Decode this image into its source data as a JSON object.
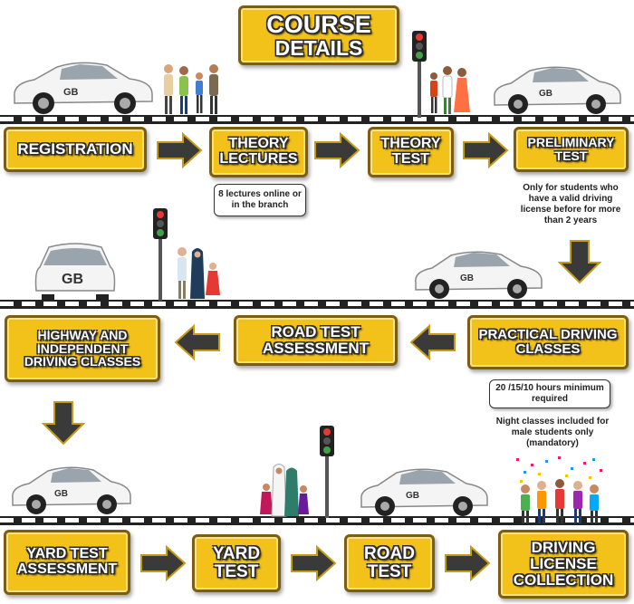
{
  "title": {
    "line1": "COURSE",
    "line2": "DETAILS"
  },
  "steps": {
    "registration": "REGISTRATION",
    "theory_lectures": "THEORY LECTURES",
    "theory_test": "THEORY TEST",
    "preliminary_test": "PRELIMINARY TEST",
    "practical_driving": "PRACTICAL DRIVING CLASSES",
    "road_test_assessment": "ROAD TEST ASSESSMENT",
    "highway_independent": "HIGHWAY AND INDEPENDENT DRIVING CLASSES",
    "yard_test_assessment": "YARD TEST ASSESSMENT",
    "yard_test": "YARD TEST",
    "road_test": "ROAD TEST",
    "license_collection": "DRIVING LICENSE COLLECTION"
  },
  "notes": {
    "lectures": "8 lectures online or in the branch",
    "preliminary": "Only for students who have a valid driving license before for more than 2 years",
    "hours": "20 /15/10 hours minimum required",
    "night": "Night classes included for male students only (mandatory)"
  },
  "logo_text": "GB",
  "colors": {
    "box": "#f2c21b",
    "box_border": "#7c5e12",
    "arrow": "#3a3a3a",
    "road": "#222222"
  }
}
